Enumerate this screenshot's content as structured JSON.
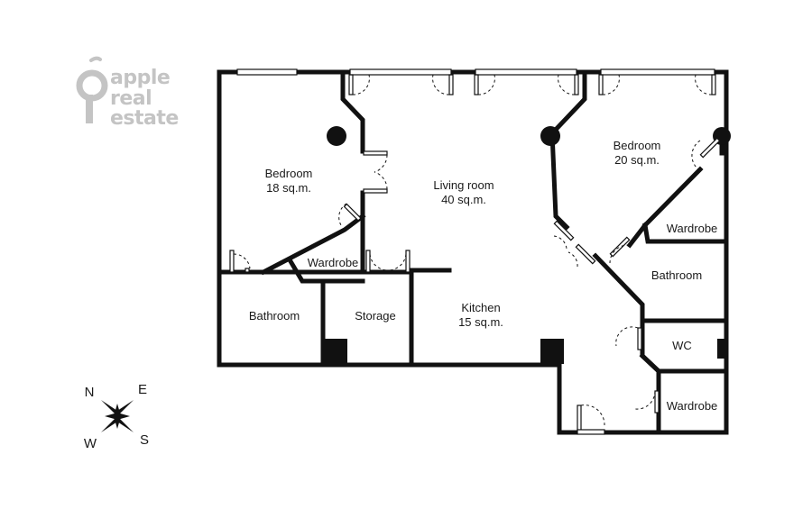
{
  "logo": {
    "lines": [
      "apple",
      "real",
      "estate"
    ],
    "color": "#c4c4c4"
  },
  "rooms": {
    "bedroom_west": {
      "name": "Bedroom",
      "area": "18 sq.m."
    },
    "living_room": {
      "name": "Living room",
      "area": "40 sq.m."
    },
    "bedroom_east": {
      "name": "Bedroom",
      "area": "20 sq.m."
    },
    "wardrobe_west": {
      "name": "Wardrobe"
    },
    "wardrobe_east": {
      "name": "Wardrobe"
    },
    "bathroom_west": {
      "name": "Bathroom"
    },
    "storage": {
      "name": "Storage"
    },
    "kitchen": {
      "name": "Kitchen",
      "area": "15 sq.m."
    },
    "bathroom_east": {
      "name": "Bathroom"
    },
    "wc": {
      "name": "WC"
    },
    "wardrobe_south": {
      "name": "Wardrobe"
    }
  },
  "compass": {
    "n": "N",
    "e": "E",
    "w": "W",
    "s": "S"
  },
  "colors": {
    "wall": "#111111",
    "background": "#ffffff"
  }
}
